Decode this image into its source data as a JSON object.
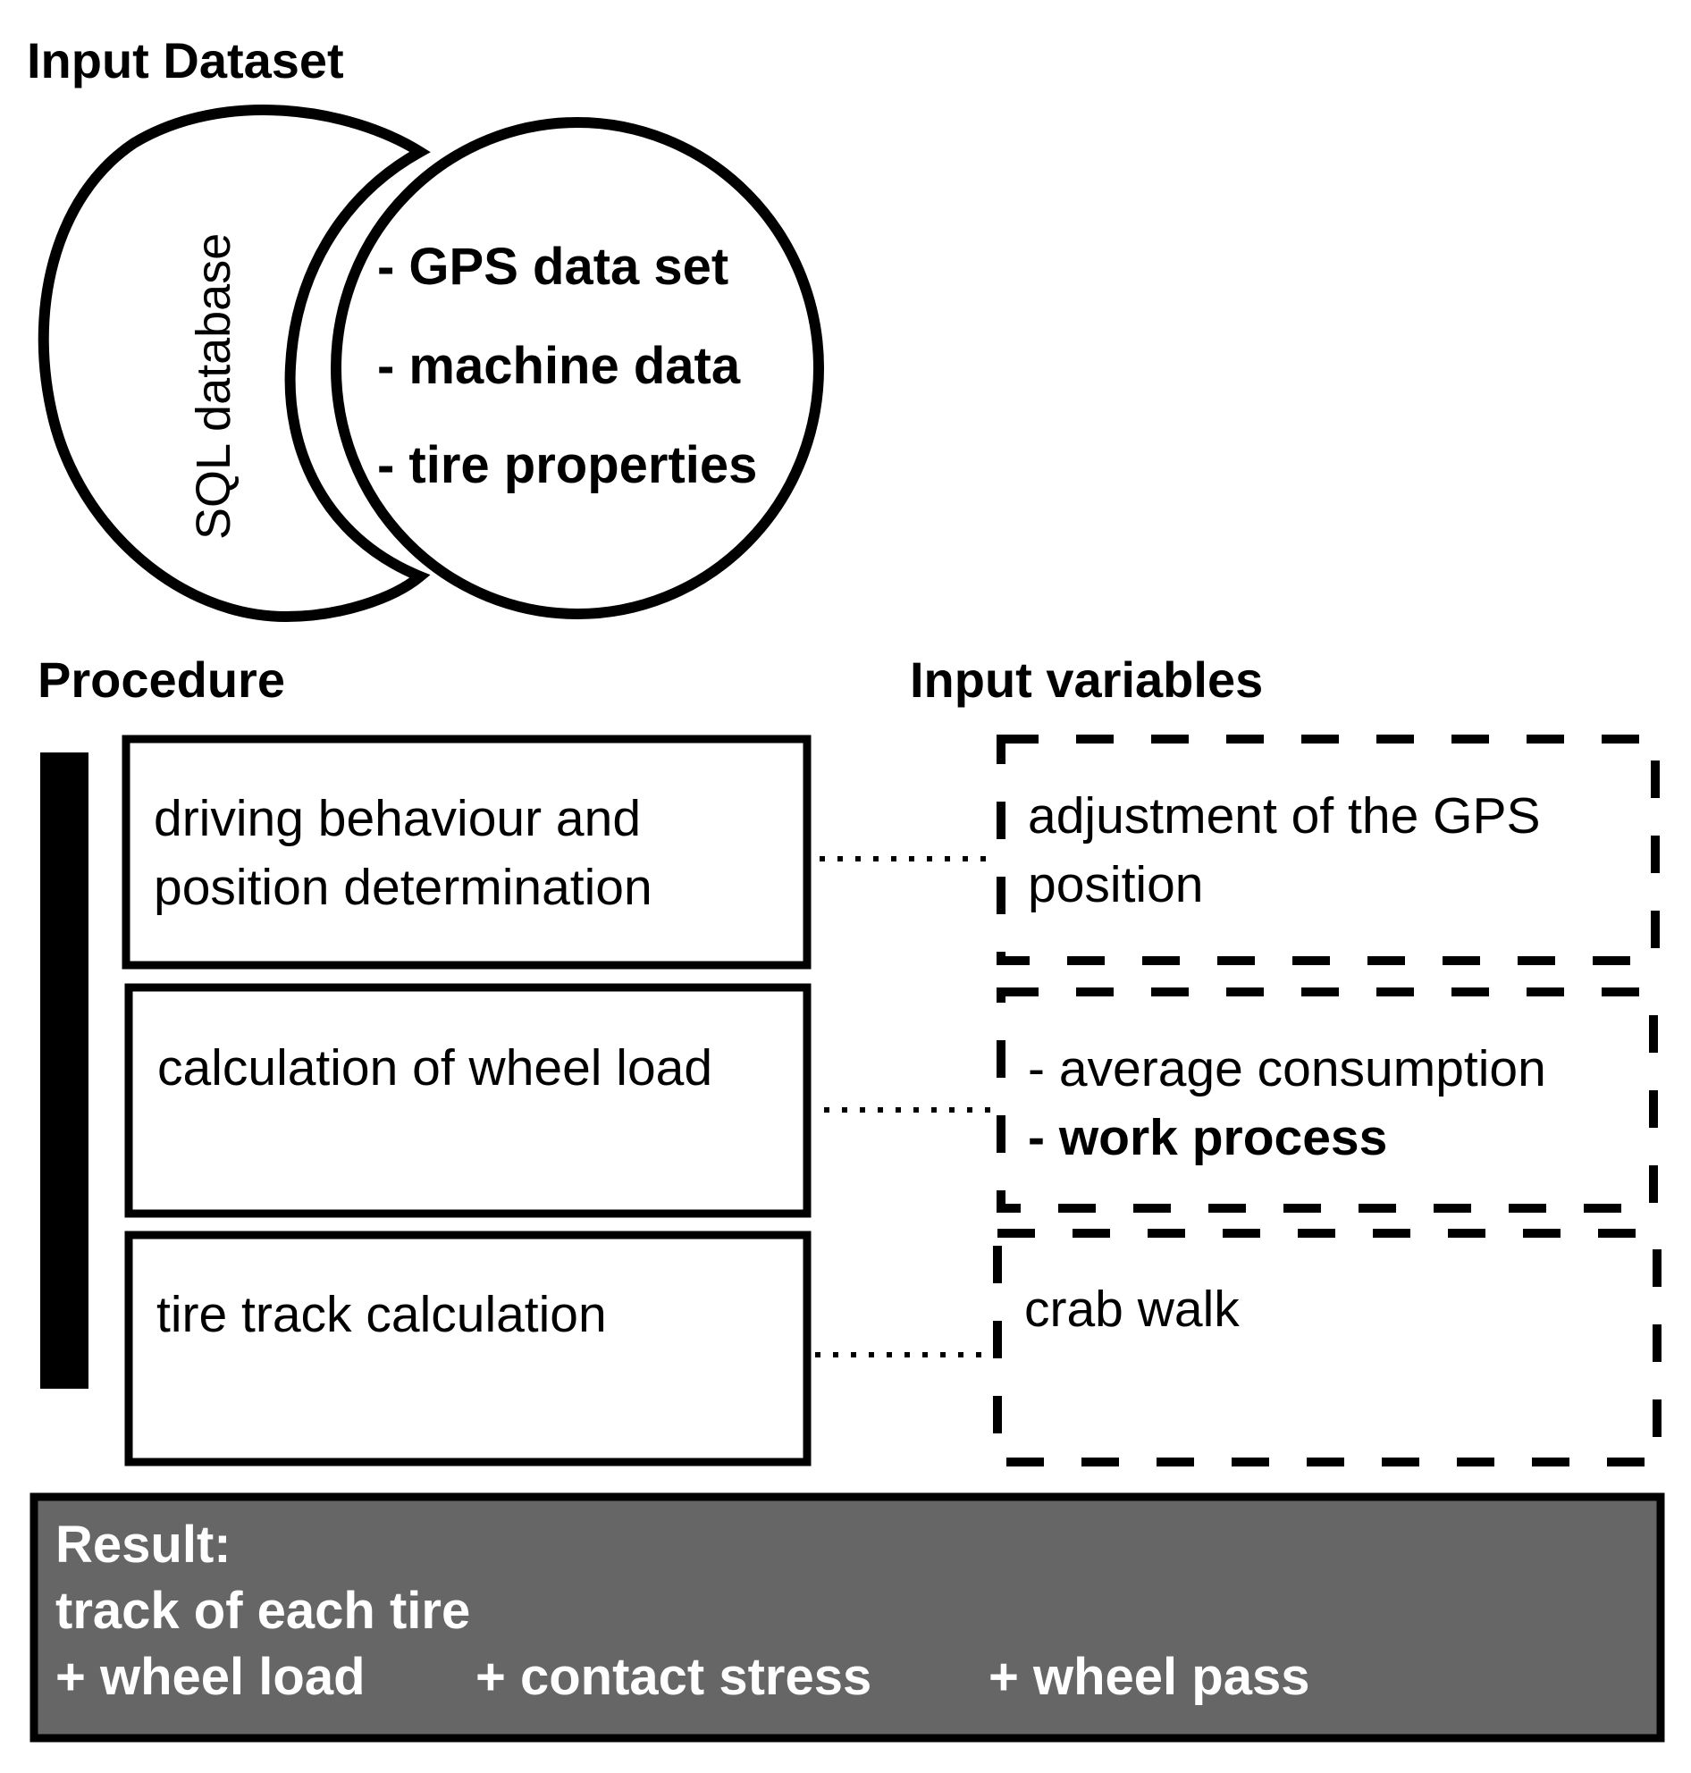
{
  "input_dataset": {
    "title": "Input Dataset",
    "database_label": "SQL database",
    "items": [
      "- GPS data set",
      "- machine data",
      "- tire properties"
    ]
  },
  "procedure": {
    "title": "Procedure",
    "steps": [
      {
        "line1": "driving behaviour and",
        "line2": "position determination"
      },
      {
        "line1": "calculation of wheel load",
        "line2": ""
      },
      {
        "line1": "tire track calculation",
        "line2": ""
      }
    ]
  },
  "input_variables": {
    "title": "Input variables",
    "boxes": [
      {
        "line1": "adjustment of the GPS",
        "line2": "position"
      },
      {
        "line1": "- average consumption",
        "line2": "- work process"
      },
      {
        "line1": "crab walk",
        "line2": ""
      }
    ]
  },
  "result": {
    "label": "Result:",
    "line": "track of each tire",
    "items": [
      "+ wheel load",
      "+ contact stress",
      "+ wheel pass"
    ],
    "background_color": "#666666"
  }
}
